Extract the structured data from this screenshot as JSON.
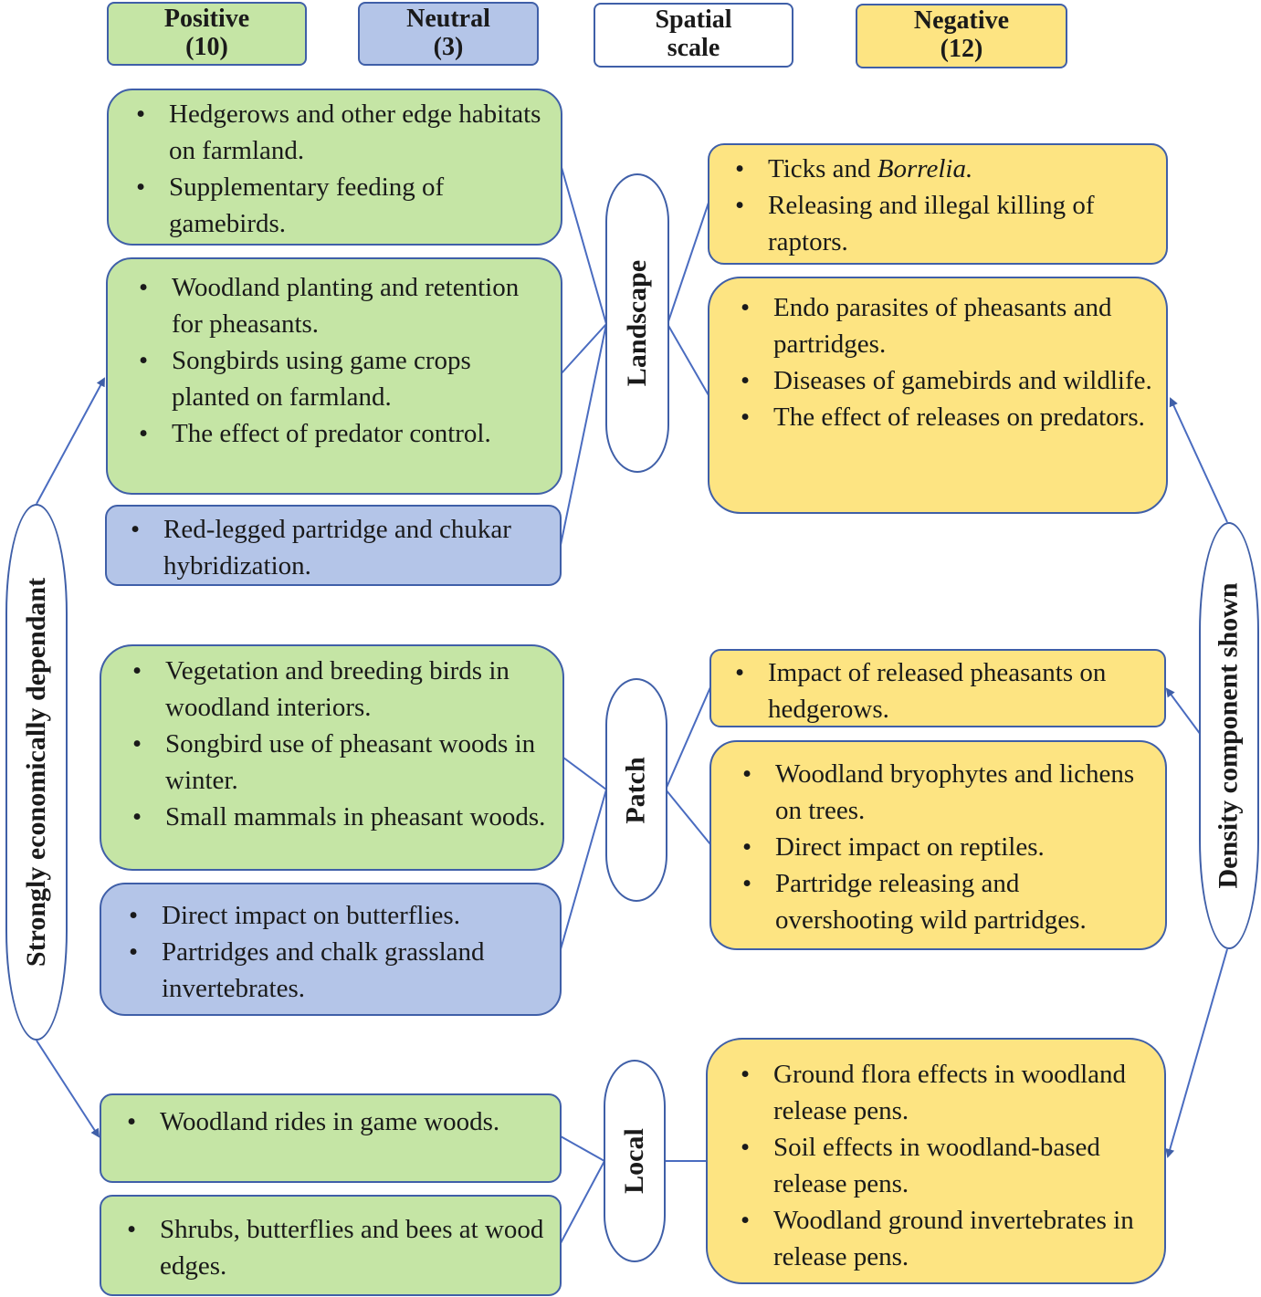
{
  "headers": {
    "positive": {
      "line1": "Positive",
      "line2": "(10)"
    },
    "neutral": {
      "line1": "Neutral",
      "line2": "(3)"
    },
    "scale": {
      "line1": "Spatial",
      "line2": "scale"
    },
    "negative": {
      "line1": "Negative",
      "line2": "(12)"
    }
  },
  "scales": {
    "landscape": "Landscape",
    "patch": "Patch",
    "local": "Local"
  },
  "axes": {
    "left": "Strongly economically dependant",
    "right": "Density component shown"
  },
  "landscape": {
    "pos1": [
      "Hedgerows and other edge habitats on farmland.",
      "Supplementary feeding of gamebirds."
    ],
    "pos2": [
      "Woodland planting and retention for pheasants.",
      "Songbirds using game crops planted on farmland.",
      "The effect of predator control."
    ],
    "neu1": [
      "Red-legged partridge and chukar hybridization."
    ],
    "neg1": {
      "item1_prefix": "Ticks and ",
      "item1_italic": "Borrelia.",
      "item2": "Releasing and illegal killing of raptors."
    },
    "neg2": [
      "Endo parasites of pheasants and partridges.",
      "Diseases of gamebirds and wildlife.",
      "The effect of releases on predators."
    ]
  },
  "patch": {
    "pos1": [
      "Vegetation and breeding birds in woodland interiors.",
      "Songbird use of pheasant woods in winter.",
      "Small mammals in pheasant woods."
    ],
    "neu1": [
      "Direct impact on butterflies.",
      "Partridges and chalk grassland invertebrates."
    ],
    "neg1": [
      "Impact of released pheasants on hedgerows."
    ],
    "neg2": [
      "Woodland bryophytes and lichens on trees.",
      "Direct impact on reptiles.",
      "Partridge releasing and overshooting wild partridges."
    ]
  },
  "local": {
    "pos1": [
      "Woodland rides in game woods."
    ],
    "pos2": [
      "Shrubs, butterflies and bees at wood edges."
    ],
    "neg1": [
      "Ground flora effects in woodland release pens.",
      "Soil effects in woodland-based release pens.",
      "Woodland ground invertebrates in release pens."
    ]
  },
  "colors": {
    "positive": "#c5e5a5",
    "neutral": "#b4c5e8",
    "negative": "#fde482",
    "border": "#3f5fa8"
  }
}
